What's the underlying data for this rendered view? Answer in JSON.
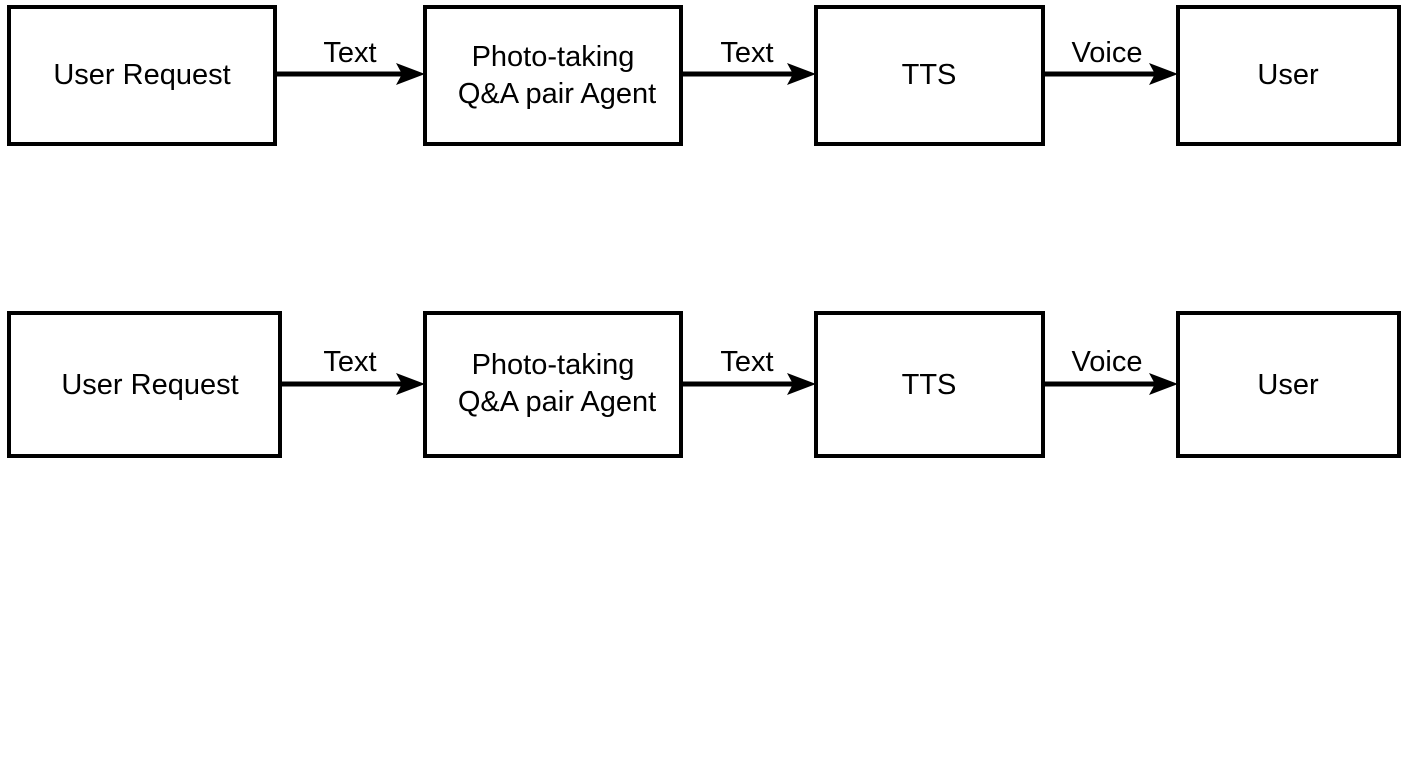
{
  "diagram": {
    "rows": [
      {
        "nodes": [
          {
            "id": "user-request",
            "lines": [
              "User Request"
            ]
          },
          {
            "id": "photo-agent",
            "lines": [
              "Photo-taking",
              "Q&A pair Agent"
            ]
          },
          {
            "id": "tts",
            "lines": [
              "TTS"
            ]
          },
          {
            "id": "user",
            "lines": [
              "User"
            ]
          }
        ],
        "edges": [
          {
            "from": "user-request",
            "to": "photo-agent",
            "label": "Text"
          },
          {
            "from": "photo-agent",
            "to": "tts",
            "label": "Text"
          },
          {
            "from": "tts",
            "to": "user",
            "label": "Voice"
          }
        ]
      },
      {
        "nodes": [
          {
            "id": "user-request",
            "lines": [
              "User Request"
            ]
          },
          {
            "id": "photo-agent",
            "lines": [
              "Photo-taking",
              "Q&A pair Agent"
            ]
          },
          {
            "id": "tts",
            "lines": [
              "TTS"
            ]
          },
          {
            "id": "user",
            "lines": [
              "User"
            ]
          }
        ],
        "edges": [
          {
            "from": "user-request",
            "to": "photo-agent",
            "label": "Text"
          },
          {
            "from": "photo-agent",
            "to": "tts",
            "label": "Text"
          },
          {
            "from": "tts",
            "to": "user",
            "label": "Voice"
          }
        ]
      }
    ]
  }
}
